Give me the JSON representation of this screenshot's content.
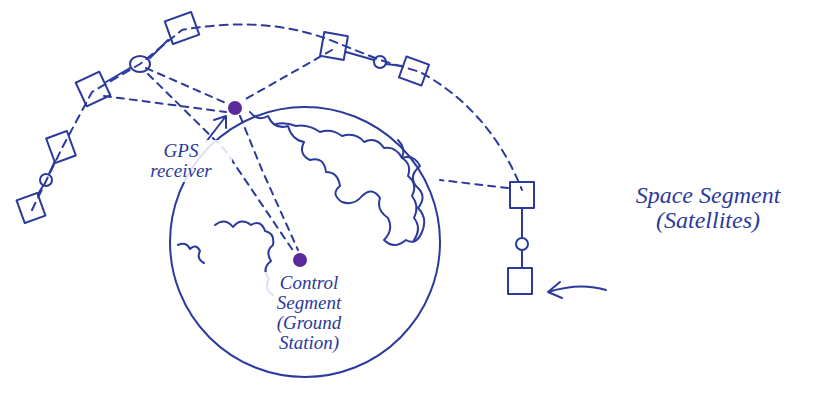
{
  "diagram": {
    "labels": [
      "GPS receiver",
      "Control Segment (Ground Station)",
      "Space Segment (Satellites)"
    ]
  }
}
